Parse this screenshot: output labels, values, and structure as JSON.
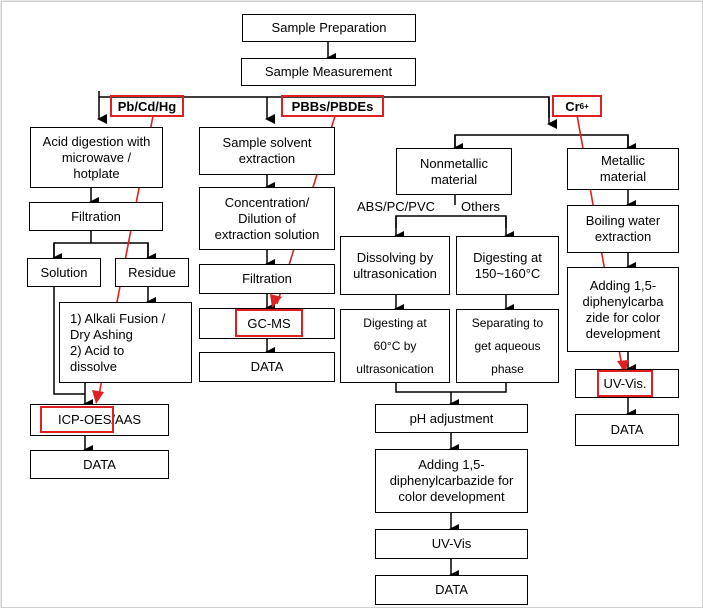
{
  "colors": {
    "highlight": "#e02020",
    "line": "#000000"
  },
  "top": {
    "sample_preparation": "Sample Preparation",
    "sample_measurement": "Sample Measurement"
  },
  "branches": {
    "pb": "Pb/Cd/Hg",
    "pbb": "PBBs/PBDEs",
    "cr": "Cr",
    "cr_sup": "6+"
  },
  "col1": {
    "acid_digestion": "Acid digestion with\nmicrowave /\nhotplate",
    "filtration": "Filtration",
    "solution": "Solution",
    "residue": "Residue",
    "alkali": "1) Alkali Fusion /\n    Dry Ashing\n2) Acid to\ndissolve",
    "icp": "ICP-OES/AAS",
    "data": "DATA"
  },
  "col2": {
    "solvent": "Sample solvent\nextraction",
    "concentration": "Concentration/\nDilution of\nextraction solution",
    "filtration": "Filtration",
    "gcms": "GC-MS",
    "data": "DATA"
  },
  "col3": {
    "nonmetallic": "Nonmetallic\nmaterial",
    "abs": "ABS/PC/PVC",
    "others": "Others",
    "dissolving": "Dissolving by\nultrasonication",
    "digesting_temp": "Digesting at\n150~160°C",
    "digesting_60": "Digesting at\n60°C by\nultrasonication",
    "separating": "Separating to\nget aqueous\nphase",
    "ph": "pH adjustment",
    "adding": "Adding 1,5-\ndiphenylcarbazide for\ncolor development",
    "uvvis": "UV-Vis",
    "data": "DATA"
  },
  "col4": {
    "metallic": "Metallic\nmaterial",
    "boiling": "Boiling water\nextraction",
    "adding": "Adding 1,5-\ndiphenylcarba\nzide for color\ndevelopment",
    "uvvis": "UV-Vis.",
    "data": "DATA"
  }
}
